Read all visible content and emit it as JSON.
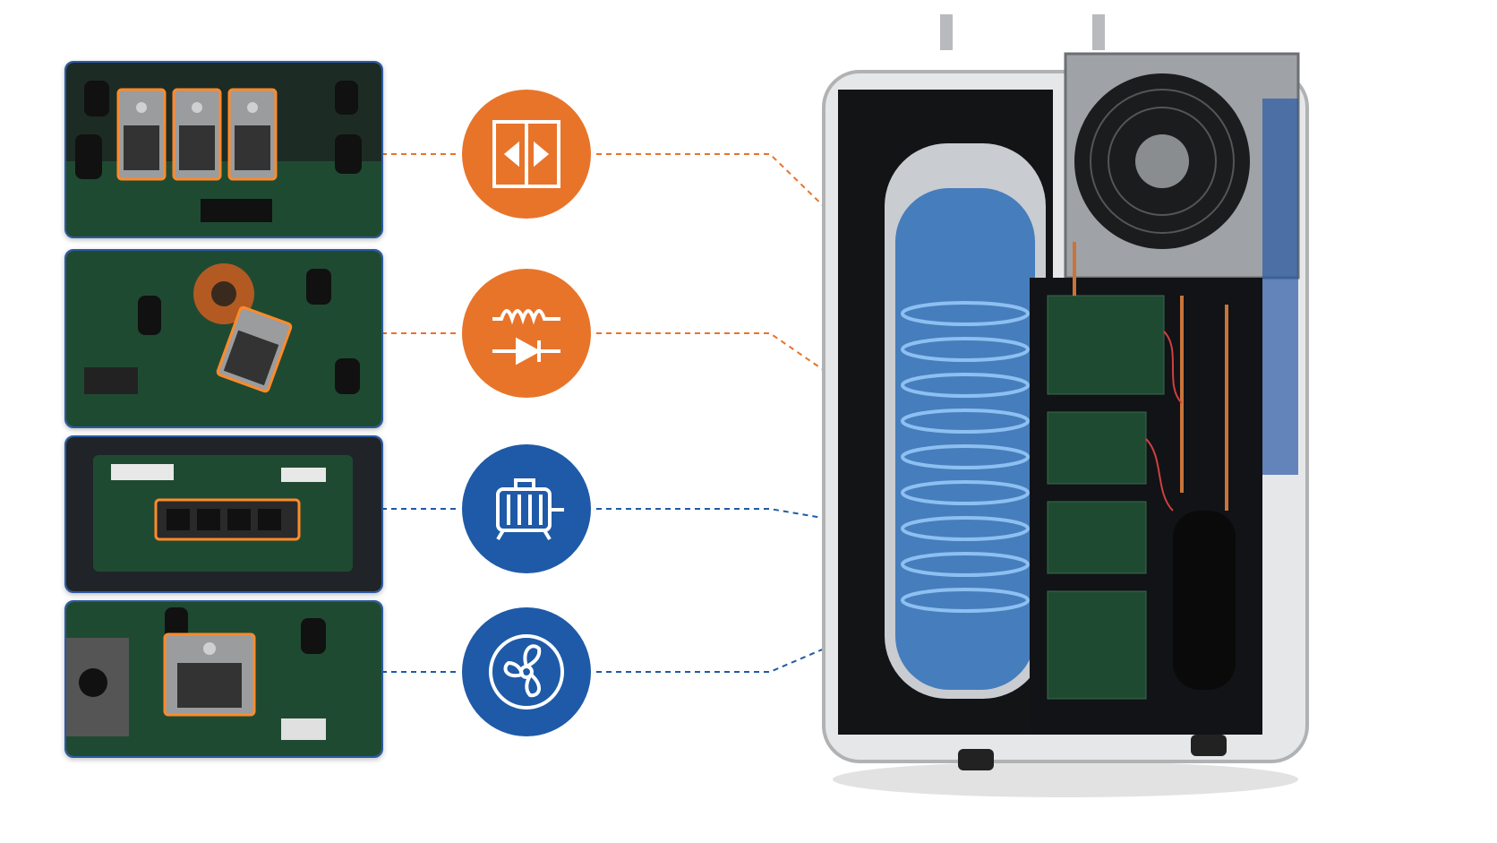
{
  "colors": {
    "accent_orange": "#e8742a",
    "accent_blue": "#1e5aa8",
    "panel_border": "#2a5aa6",
    "pcb_green": "#1f4a32",
    "copper": "#c8743a",
    "water_blue": "#2f6fb8"
  },
  "panels": [
    {
      "name": "mosfet-triple-closeup",
      "highlight": "orange"
    },
    {
      "name": "inductor-diode-closeup",
      "highlight": "orange"
    },
    {
      "name": "motor-driver-module-closeup",
      "highlight": "orange"
    },
    {
      "name": "fan-driver-transistor-closeup",
      "highlight": "orange"
    }
  ],
  "icons": [
    {
      "name": "bridge-rectifier-icon",
      "color": "orange"
    },
    {
      "name": "inductor-diode-icon",
      "color": "orange"
    },
    {
      "name": "motor-icon",
      "color": "blue"
    },
    {
      "name": "fan-icon",
      "color": "blue"
    }
  ]
}
